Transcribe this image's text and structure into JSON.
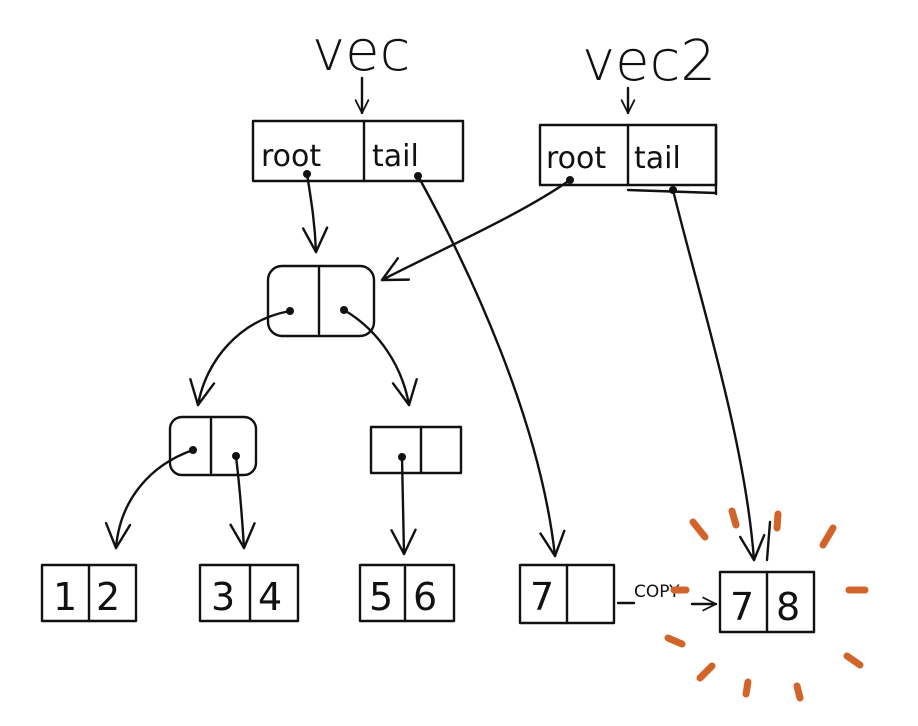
{
  "diagram": {
    "vectors": [
      {
        "name": "vec",
        "fields": [
          "root",
          "tail"
        ]
      },
      {
        "name": "vec2",
        "fields": [
          "root",
          "tail"
        ]
      }
    ],
    "leaves": [
      {
        "values": [
          "1",
          "2"
        ]
      },
      {
        "values": [
          "3",
          "4"
        ]
      },
      {
        "values": [
          "5",
          "6"
        ]
      },
      {
        "values": [
          "7",
          ""
        ]
      },
      {
        "values": [
          "7",
          "8"
        ]
      }
    ],
    "copy_label": "COPY",
    "highlight_color": "#d2642a"
  }
}
